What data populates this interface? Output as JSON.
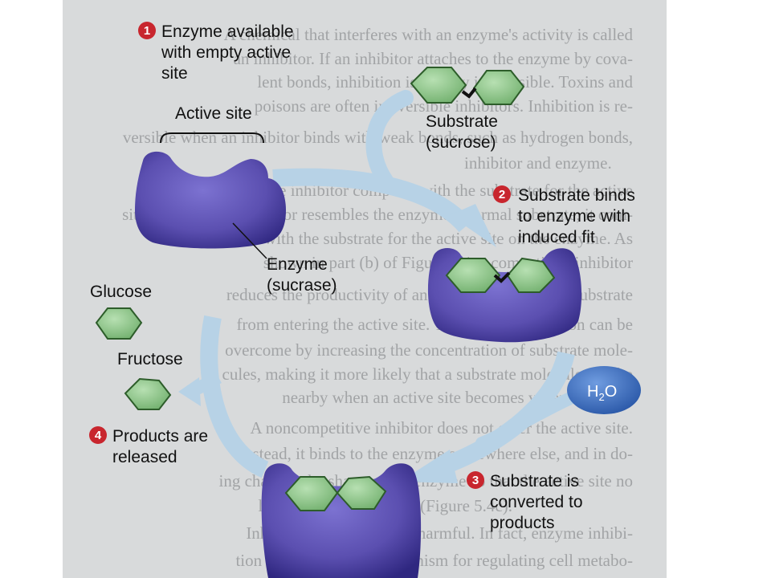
{
  "background_text": [
    "A chemical that interferes with an enzyme's activity is called",
    "an inhibitor. If an inhibitor attaches to the enzyme by cova-",
    "lent bonds, inhibition is usually irreversible. Toxins and",
    "poisons are often irreversible inhibitors. Inhibition is re-",
    "versible when an inhibitor binds with weak bonds, such as hydrogen bonds,",
    "inhibitor and enzyme.",
    "A competitive inhibitor competes with the substrate for the active",
    "site. Because the inhibitor resembles the enzyme's normal substrate, it com-",
    "petes with the substrate for the active site on the enzyme. As",
    "shown in part (b) of Figure 5.4, a competitive inhibitor",
    "reduces the productivity of an enzyme by blocking substrate",
    "from entering the active site. This type of inhibition can be",
    "overcome by increasing the concentration of substrate mole-",
    "cules, making it more likely that a substrate molecule will be",
    "nearby when an active site becomes vacant.",
    "A noncompetitive inhibitor does not enter the active site.",
    "Instead, it binds to the enzyme somewhere else, and in do-",
    "ing changes the shape of the enzyme so that the active site no",
    "longer fits the substrate (Figure 5.4c).",
    "Inhibitors are not always harmful. In fact, enzyme inhibi-",
    "tion is an important mechanism for regulating cell metabo-"
  ],
  "steps": [
    {
      "number": "1",
      "line1": "Enzyme available",
      "line2": "with empty active",
      "line3": "site"
    },
    {
      "number": "2",
      "line1": "Substrate binds",
      "line2": "to enzyme with",
      "line3": "induced fit"
    },
    {
      "number": "3",
      "line1": "Substrate is",
      "line2": "converted to",
      "line3": "products"
    },
    {
      "number": "4",
      "line1": "Products are",
      "line2": "released"
    }
  ],
  "labels": {
    "active_site": "Active site",
    "substrate_line1": "Substrate",
    "substrate_line2": "(sucrose)",
    "enzyme_line1": "Enzyme",
    "enzyme_line2": "(sucrase)",
    "glucose": "Glucose",
    "fructose": "Fructose",
    "water": "H",
    "water_sub": "2",
    "water_end": "O"
  },
  "colors": {
    "enzyme": "#5b4fb0",
    "enzyme_dark": "#2f2780",
    "substrate_fill": "#8dc48a",
    "substrate_stroke": "#2d5d2a",
    "arrow": "#b7d2e6",
    "step_badge": "#c8262e",
    "water_fill": "#3b6ec0",
    "page_bg": "#d8dadb"
  }
}
